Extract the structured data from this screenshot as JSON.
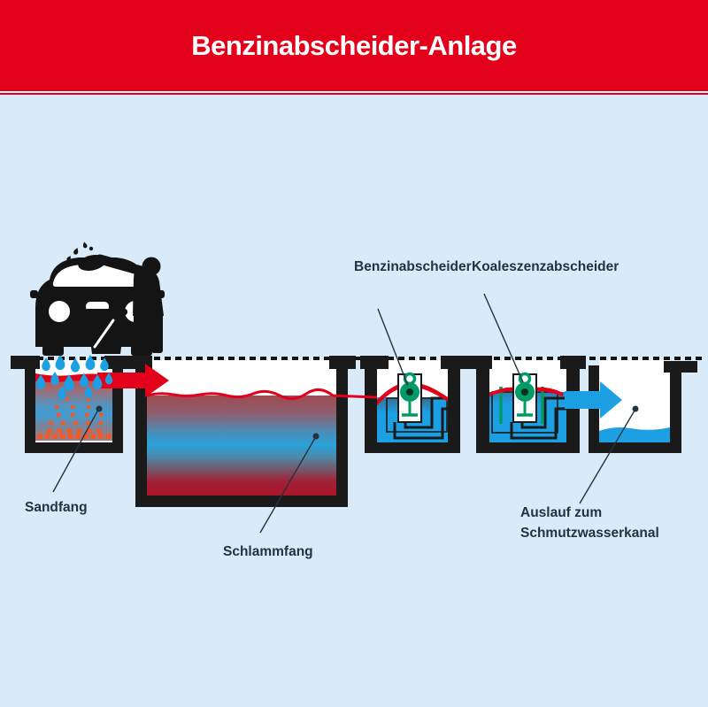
{
  "header": {
    "title": "Benzinabscheider-Anlage"
  },
  "labels": {
    "sandfang": "Sandfang",
    "schlammfang": "Schlammfang",
    "benzinabscheider": "Benzinabscheider",
    "koaleszenzabscheider": "Koaleszenzabscheider",
    "auslauf_line1": "Auslauf zum",
    "auslauf_line2": "Schmutzwasserkanal"
  },
  "colors": {
    "signal-red": "#e2001a",
    "bg-blue": "#d9ebf8",
    "water-blue": "#1d9fe3",
    "tank-black": "#1a1a1a",
    "float-green": "#009b66",
    "particle-orange": "#f05a28",
    "label-dark": "#25323d",
    "title-white": "#ffffff"
  },
  "icons": {
    "car": "car-front-silhouette",
    "person": "person-washing-car",
    "bucket": "bucket",
    "drops": "water-drops",
    "float_valve": "float-valve",
    "red_arrow": "flow-arrow-right-red",
    "blue_arrow": "flow-arrow-right-blue"
  }
}
